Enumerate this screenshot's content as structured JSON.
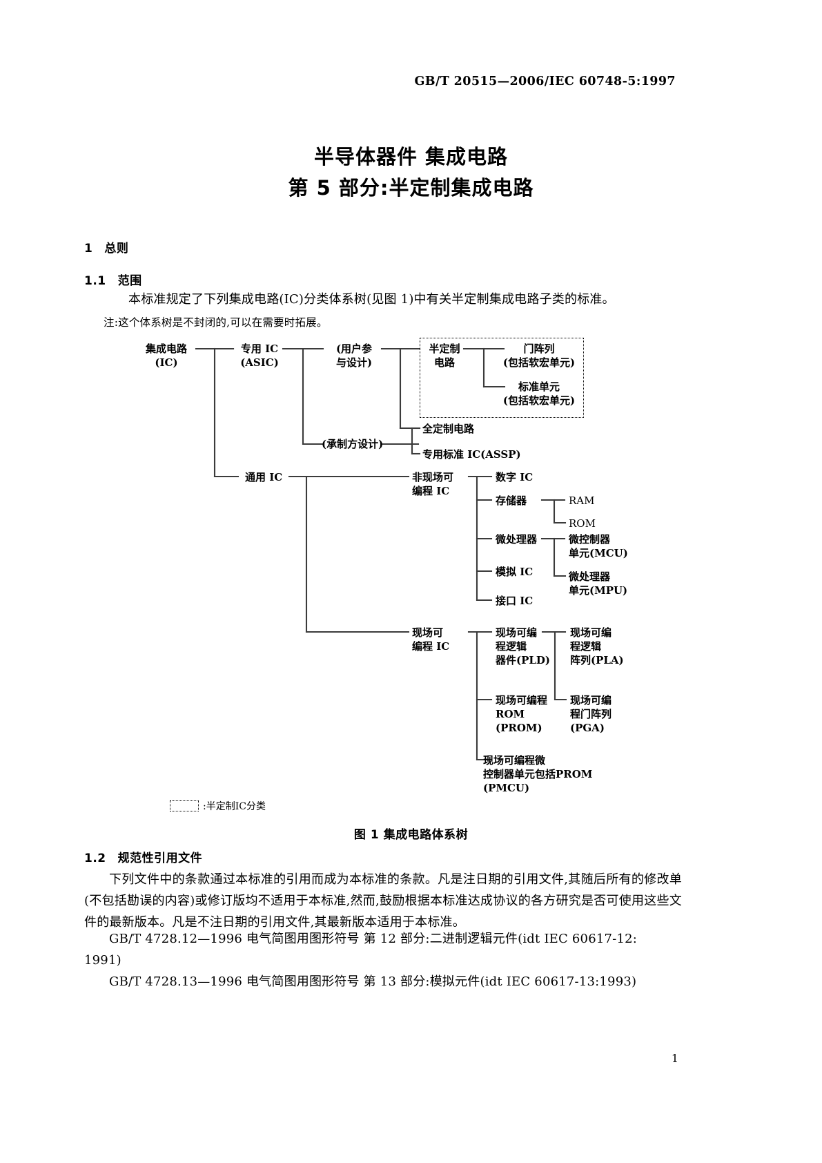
{
  "header": {
    "standard_code": "GB/T 20515—2006/IEC 60748-5:1997"
  },
  "title": {
    "line1": "半导体器件   集成电路",
    "line2": "第 5 部分:半定制集成电路"
  },
  "sections": {
    "s1_num": "1",
    "s1_label": "总则",
    "s1_1_num": "1.1",
    "s1_1_label": "范围",
    "s1_1_body": "本标准规定了下列集成电路(IC)分类体系树(见图 1)中有关半定制集成电路子类的标准。",
    "s1_1_note": "注:这个体系树是不封闭的,可以在需要时拓展。",
    "s1_2_num": "1.2",
    "s1_2_label": "规范性引用文件",
    "s1_2_body": "下列文件中的条款通过本标准的引用而成为本标准的条款。凡是注日期的引用文件,其随后所有的修改单(不包括勘误的内容)或修订版均不适用于本标准,然而,鼓励根据本标准达成协议的各方研究是否可使用这些文件的最新版本。凡是不注日期的引用文件,其最新版本适用于本标准。",
    "ref1_line1": "GB/T 4728.12—1996   电气简图用图形符号   第 12 部分:二进制逻辑元件(idt IEC 60617-12:",
    "ref1_line2": "1991)",
    "ref2": "GB/T 4728.13—1996   电气简图用图形符号   第 13 部分:模拟元件(idt IEC 60617-13:1993)"
  },
  "figure": {
    "caption": "图 1   集成电路体系树",
    "legend_text": ":半定制IC分类"
  },
  "tree": {
    "ic": "集成电路\n(IC)",
    "asic": "专用 IC\n(ASIC)",
    "user_design": "(用户参\n与设计)",
    "semi_custom": "半定制\n电路",
    "gate_array": "门阵列\n(包括软宏单元)",
    "standard_cell": "标准单元\n(包括软宏单元)",
    "supplier_design": "(承制方设计)",
    "full_custom": "全定制电路",
    "assp": "专用标准 IC(ASSP)",
    "general_ic": "通用 IC",
    "non_fpic": "非现场可\n编程 IC",
    "digital_ic": "数字 IC",
    "memory": "存储器",
    "ram": "RAM",
    "rom": "ROM",
    "mpu": "微处理器",
    "mcu_unit": "微控制器\n单元(MCU)",
    "mpu_unit": "微处理器\n单元(MPU)",
    "analog_ic": "模拟 IC",
    "interface_ic": "接口 IC",
    "fpic": "现场可\n编程 IC",
    "pld": "现场可编\n程逻辑\n器件(PLD)",
    "pla": "现场可编\n程逻辑\n阵列(PLA)",
    "prom": "现场可编程\nROM\n(PROM)",
    "pga": "现场可编\n程门阵列\n(PGA)",
    "pmcu": "现场可编程微\n控制器单元包括PROM\n(PMCU)"
  },
  "page_number": "1",
  "colors": {
    "ink": "#000000",
    "line": "#3b3b3b",
    "paper": "#ffffff"
  }
}
